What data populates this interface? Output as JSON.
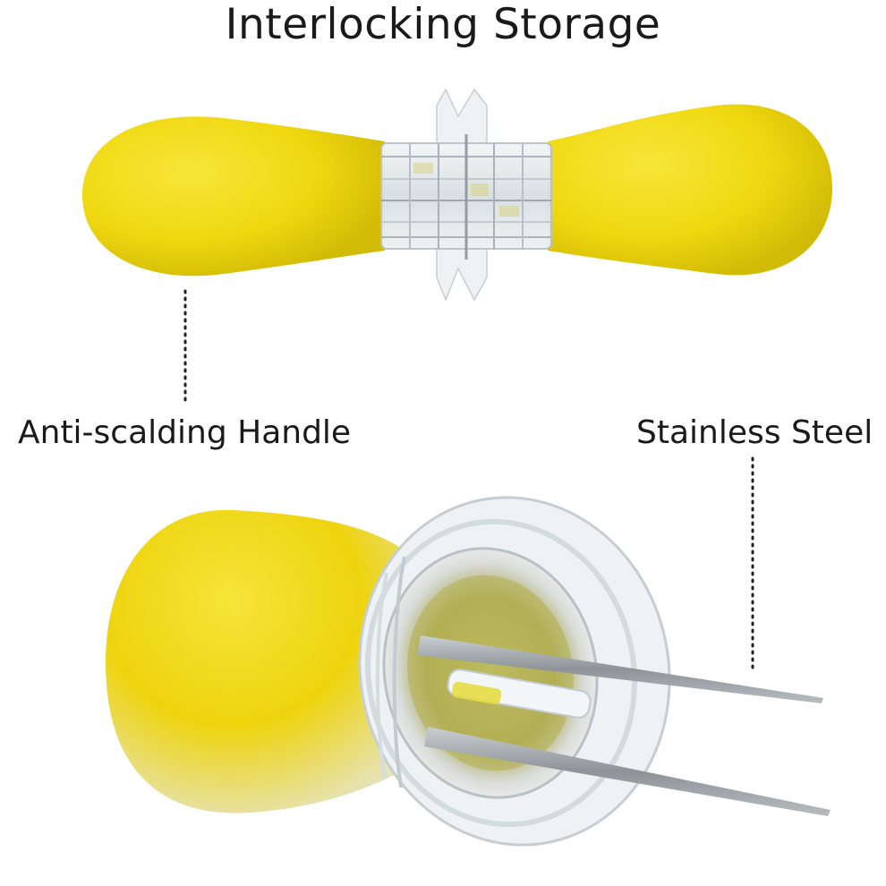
{
  "title": "Interlocking Storage",
  "labels": {
    "handle": "Anti-scalding Handle",
    "prongs": "Stainless Steel"
  },
  "colors": {
    "handle_yellow": "#f2dc12",
    "handle_shadow": "#c9b308",
    "clear_plastic": "#e6ecef",
    "steel": "#9ea4a8",
    "leader_line": "#222222"
  },
  "icons": {
    "top_item": "interlocked-corn-holders-icon",
    "bottom_item": "corn-holder-closeup-icon"
  }
}
